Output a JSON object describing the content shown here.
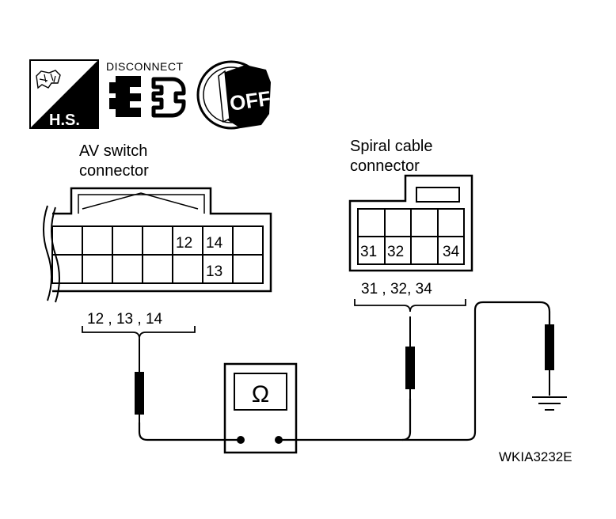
{
  "icons": {
    "hs_label": "H.S.",
    "disconnect_label": "DISCONNECT",
    "off_label": "OFF",
    "hs_icon": "harness-service-icon",
    "disconnect_icon": "disconnect-connector-icon",
    "ignition_icon": "ignition-key-off-icon"
  },
  "av_connector": {
    "title_line1": "AV switch",
    "title_line2": "connector",
    "pin_12": "12",
    "pin_13": "13",
    "pin_14": "14",
    "terminals_label": "12 , 13 , 14"
  },
  "spiral_connector": {
    "title_line1": "Spiral cable",
    "title_line2": "connector",
    "pin_31": "31",
    "pin_32": "32",
    "pin_34": "34",
    "terminals_label": "31 , 32, 34"
  },
  "meter": {
    "symbol": "Ω",
    "icon": "ohmmeter-icon"
  },
  "ground_icon": "ground-icon",
  "figure_id": "WKIA3232E"
}
